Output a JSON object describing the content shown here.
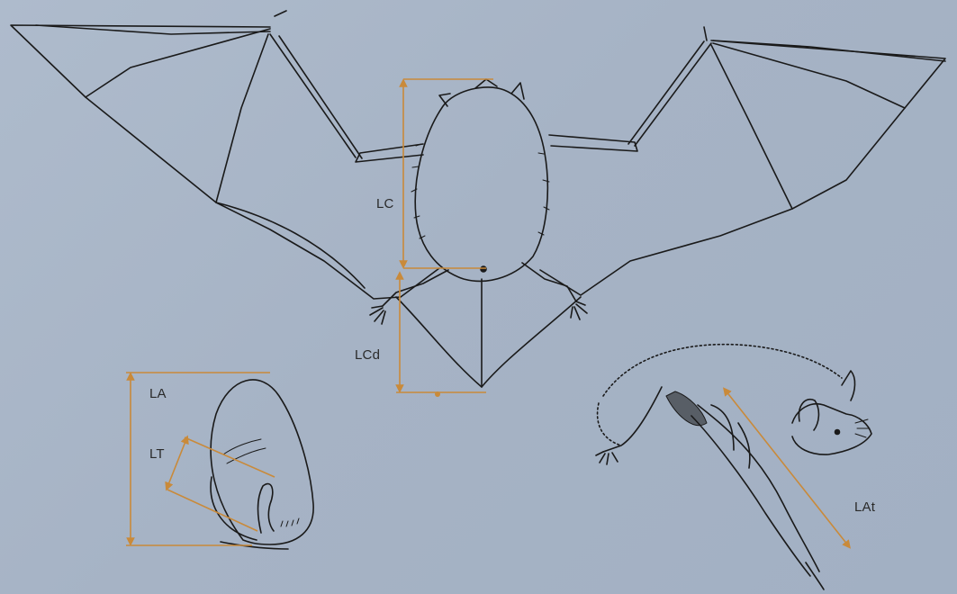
{
  "labels": {
    "lc": "LC",
    "lcd": "LCd",
    "la": "LA",
    "lt": "LT",
    "lat": "LAt"
  },
  "colors": {
    "background": "#a9b6c8",
    "ink": "#1a1a1a",
    "measure": "#c98a3a"
  }
}
